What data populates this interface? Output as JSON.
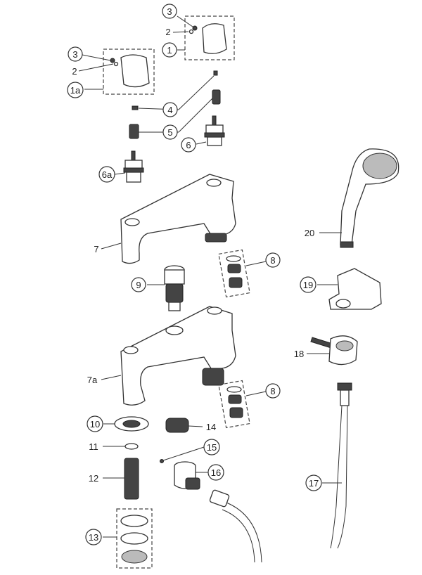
{
  "callouts": {
    "c1": "1",
    "c1a": "1a",
    "c2a": "2",
    "c2b": "2",
    "c3a": "3",
    "c3b": "3",
    "c4": "4",
    "c5": "5",
    "c6": "6",
    "c6a": "6a",
    "c7": "7",
    "c7a": "7a",
    "c8a": "8",
    "c8b": "8",
    "c9": "9",
    "c10": "10",
    "c11": "11",
    "c12": "12",
    "c13": "13",
    "c14": "14",
    "c15": "15",
    "c16": "16",
    "c17": "17",
    "c18": "18",
    "c19": "19",
    "c20": "20"
  }
}
